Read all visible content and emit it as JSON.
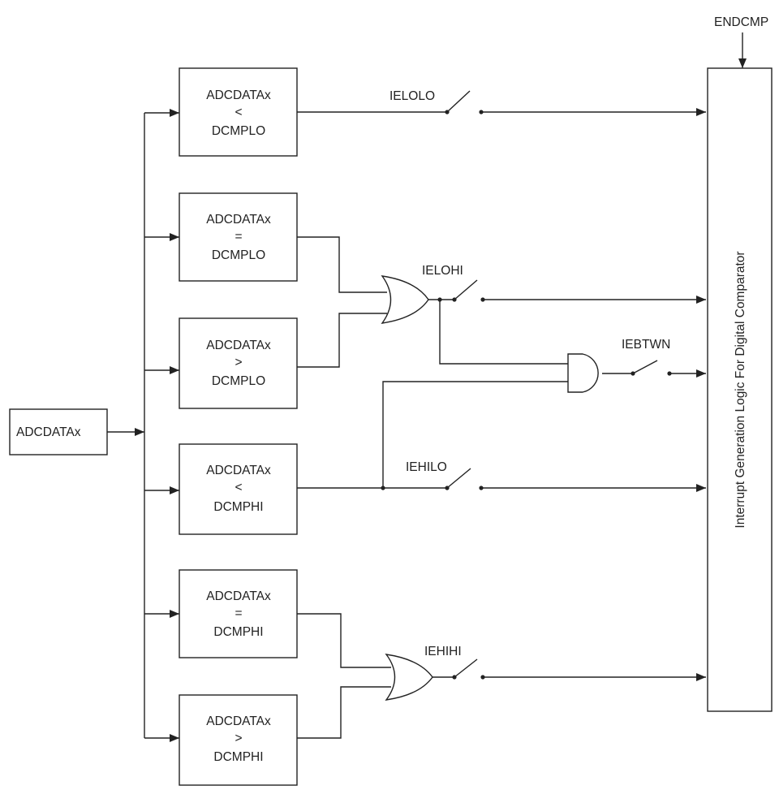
{
  "input_block": {
    "label": "ADCDATAx"
  },
  "comparators": [
    {
      "line1": "ADCDATAx",
      "op": "<",
      "line3": "DCMPLO"
    },
    {
      "line1": "ADCDATAx",
      "op": "=",
      "line3": "DCMPLO"
    },
    {
      "line1": "ADCDATAx",
      "op": ">",
      "line3": "DCMPLO"
    },
    {
      "line1": "ADCDATAx",
      "op": "<",
      "line3": "DCMPHI"
    },
    {
      "line1": "ADCDATAx",
      "op": "=",
      "line3": "DCMPHI"
    },
    {
      "line1": "ADCDATAx",
      "op": ">",
      "line3": "DCMPHI"
    }
  ],
  "switches": {
    "ielolo": "IELOLO",
    "ielohi": "IELOHI",
    "iebtwn": "IEBTWN",
    "iehilo": "IEHILO",
    "iehihi": "IEHIHI"
  },
  "enable_input": "ENDCMP",
  "interrupt_block": {
    "label": "Interrupt Generation Logic For Digital Comparator"
  }
}
